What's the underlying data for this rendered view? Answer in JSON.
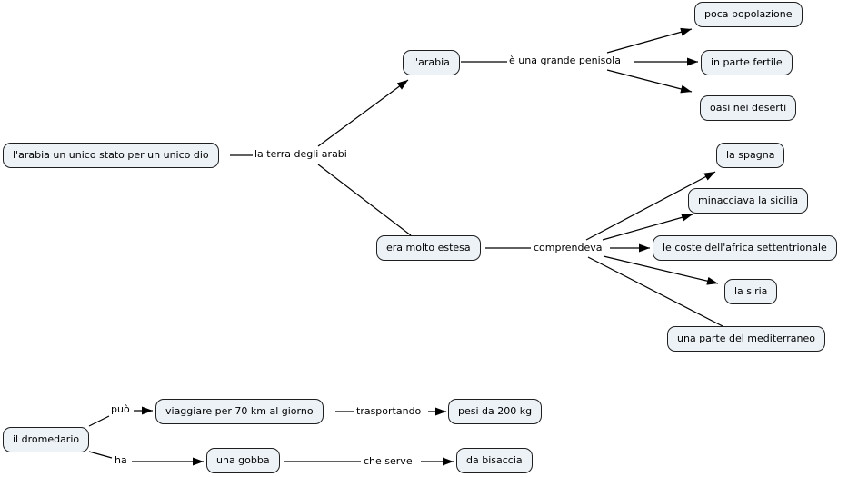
{
  "title": "concept map",
  "colors": {
    "background": "#ffffff",
    "node_fill": "#edf2f7",
    "node_border": "#1f1f1f",
    "line": "#000000",
    "text": "#000000"
  },
  "concept_map": {
    "nodes": [
      {
        "id": "arabia-unico-stato",
        "label": "l'arabia un unico stato per un unico dio"
      },
      {
        "id": "l-arabia",
        "label": "l'arabia"
      },
      {
        "id": "poca-popolazione",
        "label": "poca popolazione"
      },
      {
        "id": "in-parte-fertile",
        "label": "in parte fertile"
      },
      {
        "id": "oasi-nei-deserti",
        "label": "oasi nei deserti"
      },
      {
        "id": "era-molto-estesa",
        "label": "era molto estesa"
      },
      {
        "id": "la-spagna",
        "label": "la spagna"
      },
      {
        "id": "minacciava-la-sicilia",
        "label": "minacciava la sicilia"
      },
      {
        "id": "coste-africa-settentrionale",
        "label": "le coste dell'africa settentrionale"
      },
      {
        "id": "la-siria",
        "label": "la siria"
      },
      {
        "id": "parte-del-mediterraneo",
        "label": "una parte del mediterraneo"
      },
      {
        "id": "il-dromedario",
        "label": "il dromedario"
      },
      {
        "id": "viaggiare-70-km",
        "label": "viaggiare per 70 km al giorno"
      },
      {
        "id": "pesi-200-kg",
        "label": "pesi da 200 kg"
      },
      {
        "id": "una-gobba",
        "label": "una gobba"
      },
      {
        "id": "da-bisaccia",
        "label": "da bisaccia"
      }
    ],
    "link_labels": [
      {
        "id": "la-terra-degli-arabi",
        "label": "la terra degli arabi"
      },
      {
        "id": "grande-penisola",
        "label": "è una grande penisola"
      },
      {
        "id": "comprendeva",
        "label": "comprendeva"
      },
      {
        "id": "puo",
        "label": "può"
      },
      {
        "id": "trasportando",
        "label": "trasportando"
      },
      {
        "id": "ha",
        "label": "ha"
      },
      {
        "id": "che-serve",
        "label": "che serve"
      }
    ]
  }
}
